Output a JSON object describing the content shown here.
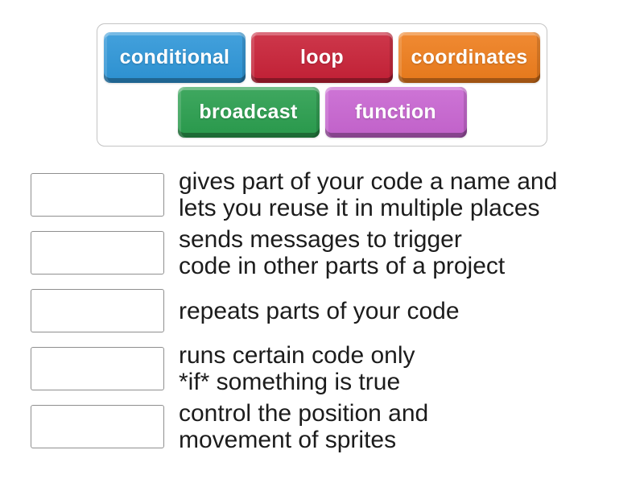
{
  "word_bank": {
    "tiles": [
      {
        "label": "conditional",
        "color": "#2E96D8"
      },
      {
        "label": "loop",
        "color": "#C82137"
      },
      {
        "label": "coordinates",
        "color": "#EE7D1C"
      },
      {
        "label": "broadcast",
        "color": "#2A9E4E"
      },
      {
        "label": "function",
        "color": "#C865D1"
      }
    ]
  },
  "matches": [
    {
      "line1": "gives part of your code a name and",
      "line2": "lets you reuse it in multiple places"
    },
    {
      "line1": "sends messages to trigger",
      "line2": "code in other parts of a project"
    },
    {
      "line1": "repeats parts of your code",
      "line2": ""
    },
    {
      "line1": "runs certain code only",
      "line2": "*if* something is true"
    },
    {
      "line1": "control the position and",
      "line2": "movement of sprites"
    }
  ]
}
